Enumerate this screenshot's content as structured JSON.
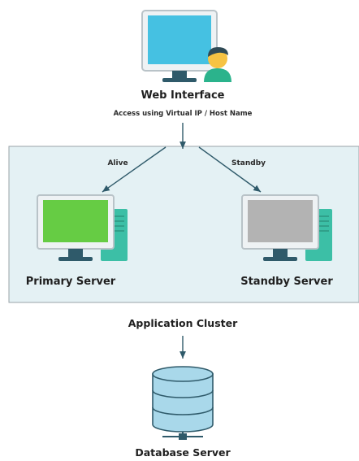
{
  "web_interface": {
    "title": "Web Interface",
    "subtitle": "Access using Virtual IP / Host Name"
  },
  "links": {
    "alive_label": "Alive",
    "standby_label": "Standby"
  },
  "servers": {
    "primary": {
      "label": "Primary Server",
      "screen_color": "#66cc44",
      "icon": "desktop-computer-icon"
    },
    "standby": {
      "label": "Standby Server",
      "screen_color": "#b3b3b3",
      "icon": "desktop-computer-icon"
    }
  },
  "cluster": {
    "label": "Application Cluster",
    "fill_color": "#e4f1f4",
    "border_color": "#9aa3a8"
  },
  "database": {
    "label": "Database Server",
    "fill_color": "#a9d8ea",
    "icon": "database-icon"
  },
  "colors": {
    "monitor_screen_web": "#45c1e2",
    "tower": "#3cbfa6",
    "stand": "#2f5a6a",
    "user_skin": "#f6c343",
    "user_shirt": "#2bb38c",
    "user_hair": "#2f4a55",
    "arrow": "#2f5a6a"
  }
}
